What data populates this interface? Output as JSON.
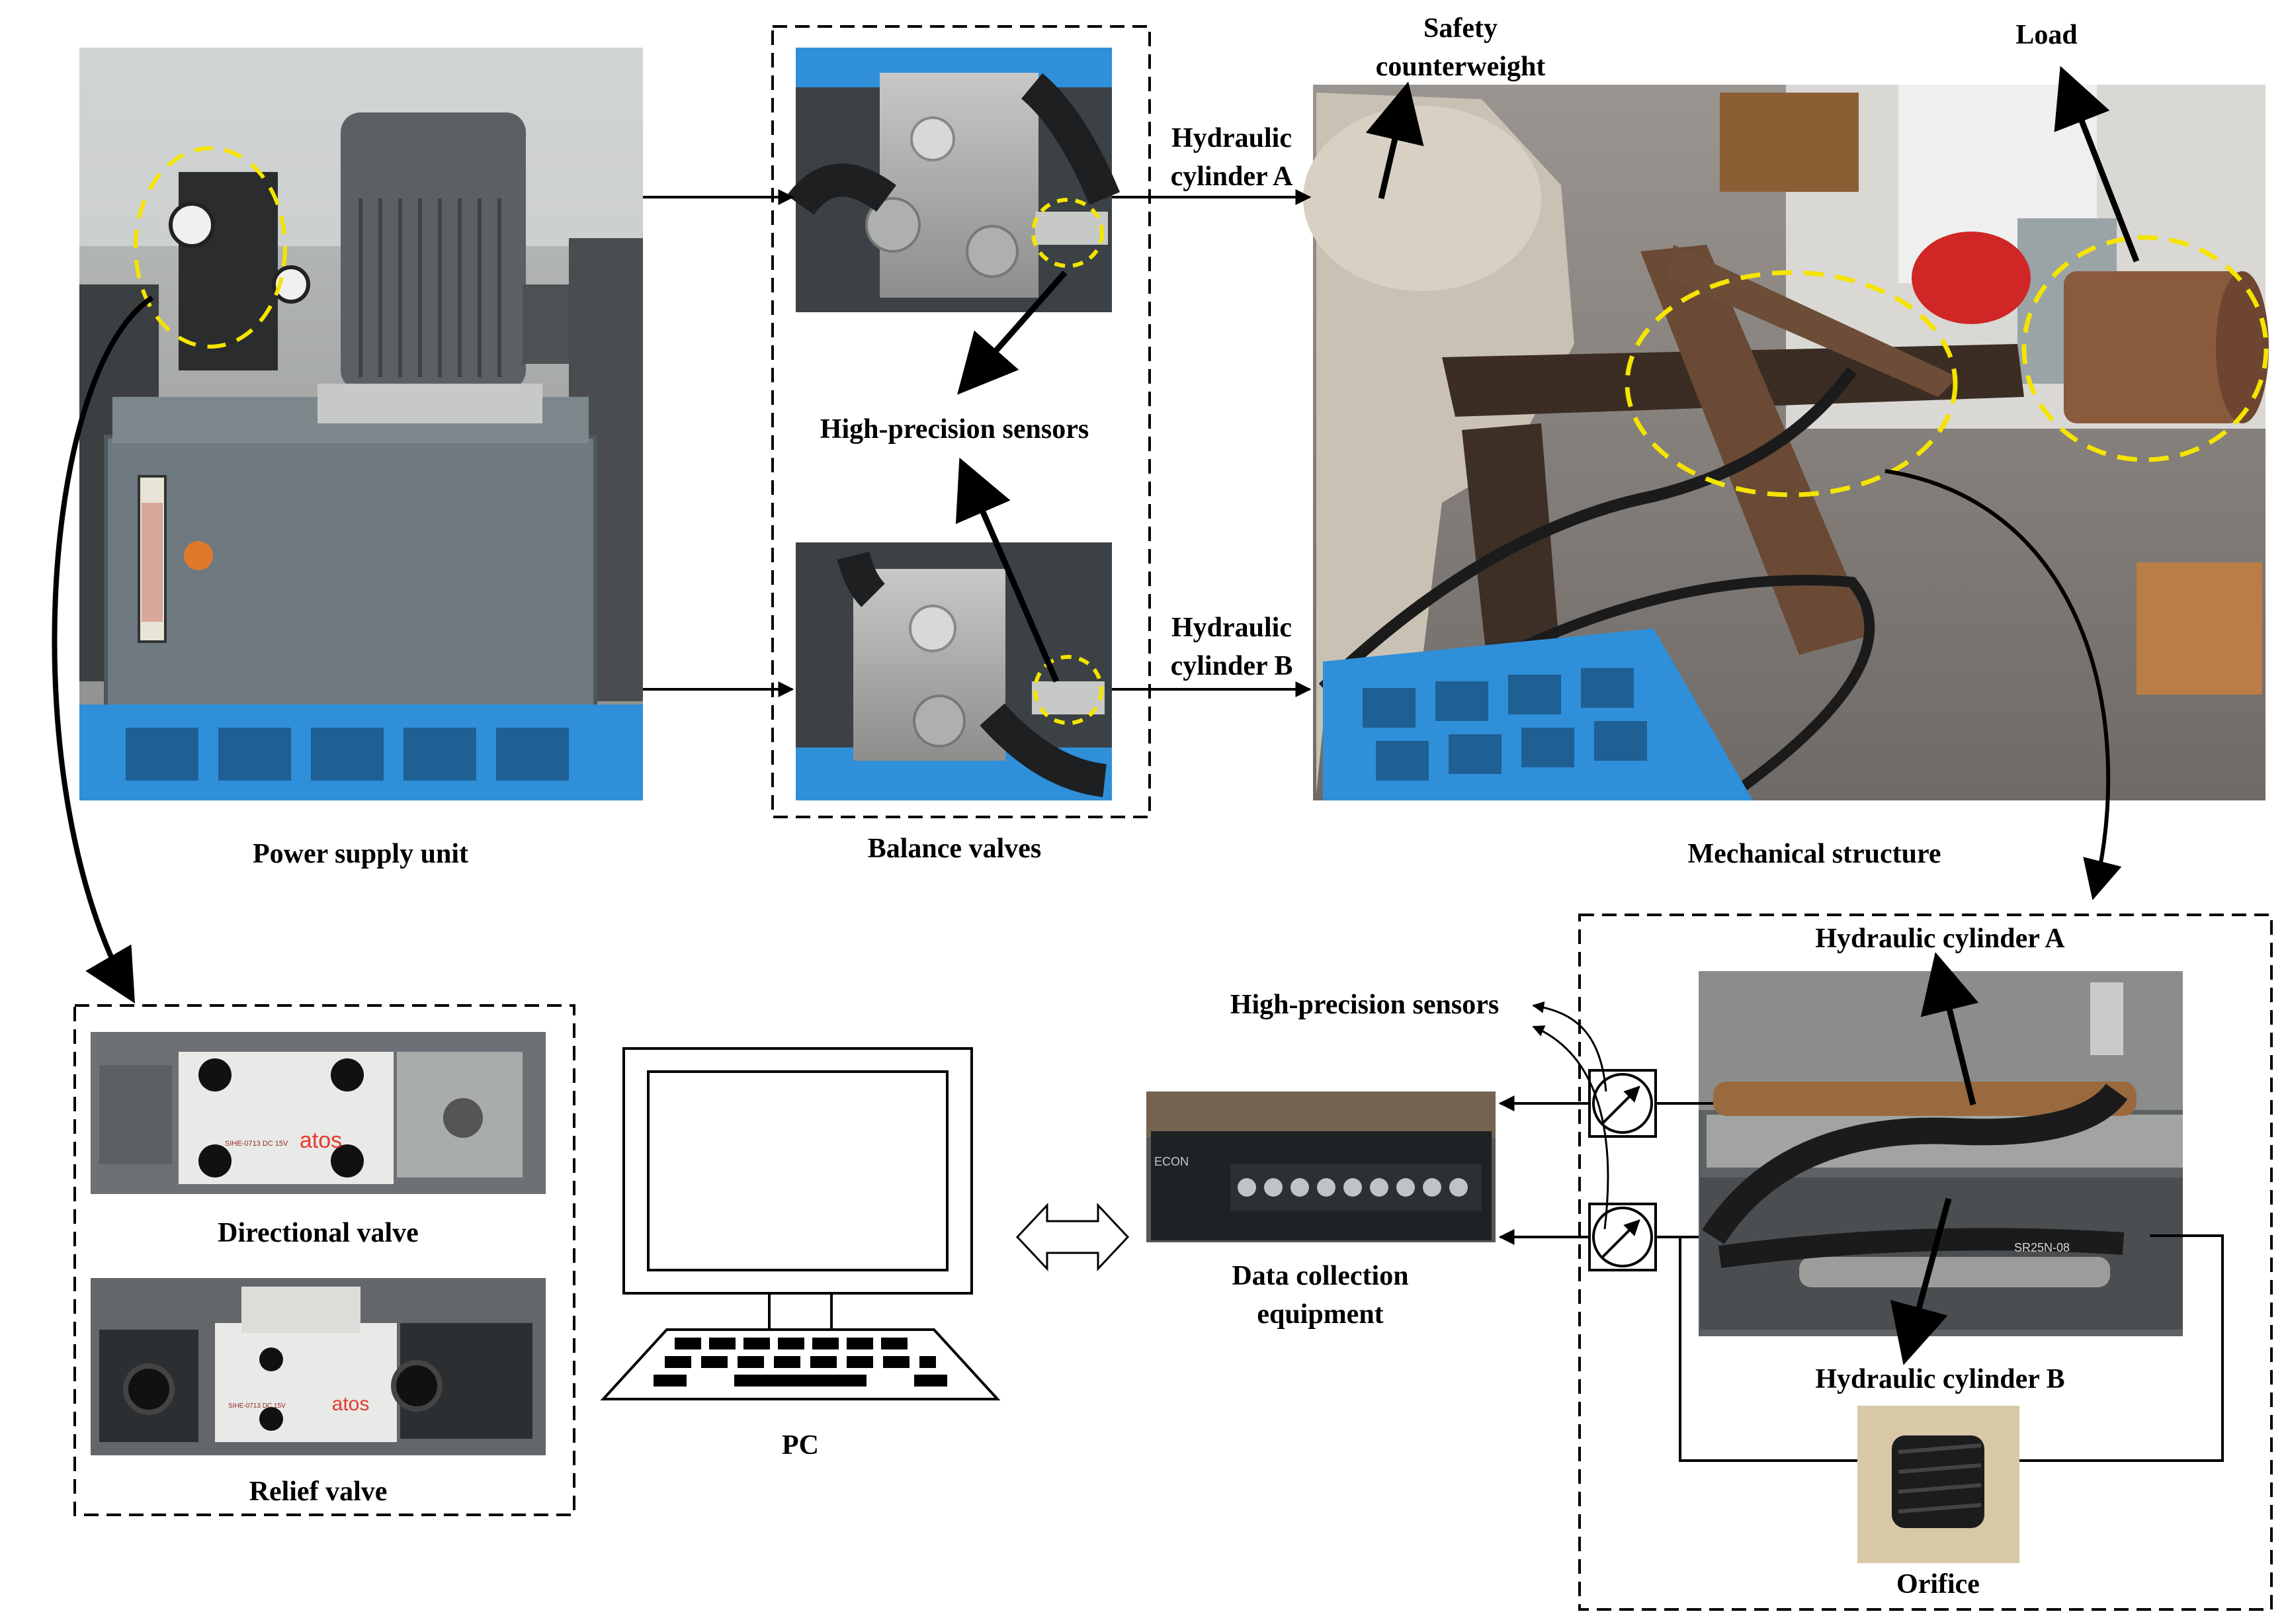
{
  "labels": {
    "power_supply_unit": "Power supply unit",
    "balance_valves": "Balance valves",
    "mechanical_structure": "Mechanical structure",
    "safety_counterweight_line1": "Safety",
    "safety_counterweight_line2": "counterweight",
    "load": "Load",
    "high_precision_sensors_top": "High-precision sensors",
    "hydraulic_cylinder_a_line1": "Hydraulic",
    "hydraulic_cylinder_a_line2": "cylinder A",
    "hydraulic_cylinder_b_line1": "Hydraulic",
    "hydraulic_cylinder_b_line2": "cylinder B",
    "directional_valve": "Directional valve",
    "relief_valve": "Relief valve",
    "pc": "PC",
    "data_collection_line1": "Data collection",
    "data_collection_line2": "equipment",
    "high_precision_sensors_bottom": "High-precision sensors",
    "hydraulic_cylinder_a_full": "Hydraulic cylinder A",
    "hydraulic_cylinder_b_full": "Hydraulic cylinder B",
    "orifice": "Orifice"
  },
  "photo_marks": {
    "valve_brand": "atos",
    "valve_model": "SIHE-0713 DC 15V",
    "daq_brand": "ECON",
    "hose_print": "SR25N-08"
  },
  "colors": {
    "highlight_dashed": "#f5e400",
    "arrow": "#000000",
    "box_border": "#000000",
    "pallet_blue": "#2f8fd9",
    "motor_gray": "#5a6064",
    "tank_gray": "#6e7a80"
  }
}
